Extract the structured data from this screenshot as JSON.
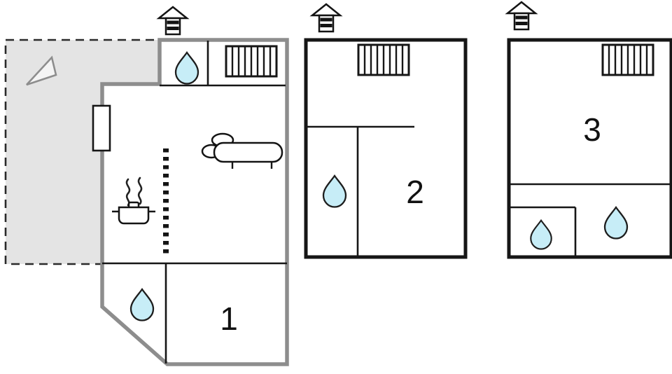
{
  "diagram": {
    "type": "floor-plan",
    "units": [
      {
        "id": "unit-1",
        "label": "1"
      },
      {
        "id": "unit-2",
        "label": "2"
      },
      {
        "id": "unit-3",
        "label": "3"
      }
    ],
    "icons": [
      "chimney-icon",
      "water-drop-icon",
      "radiator-icon",
      "sofa-icon",
      "stove-icon",
      "steam-icon",
      "north-arrow-icon",
      "stairs-icon"
    ],
    "colors": {
      "water_drop_fill": "#c7edf7",
      "terrace_fill": "#e4e4e4",
      "wall_black": "#161616",
      "wall_gray": "#8d8d8d",
      "background": "#ffffff"
    }
  }
}
